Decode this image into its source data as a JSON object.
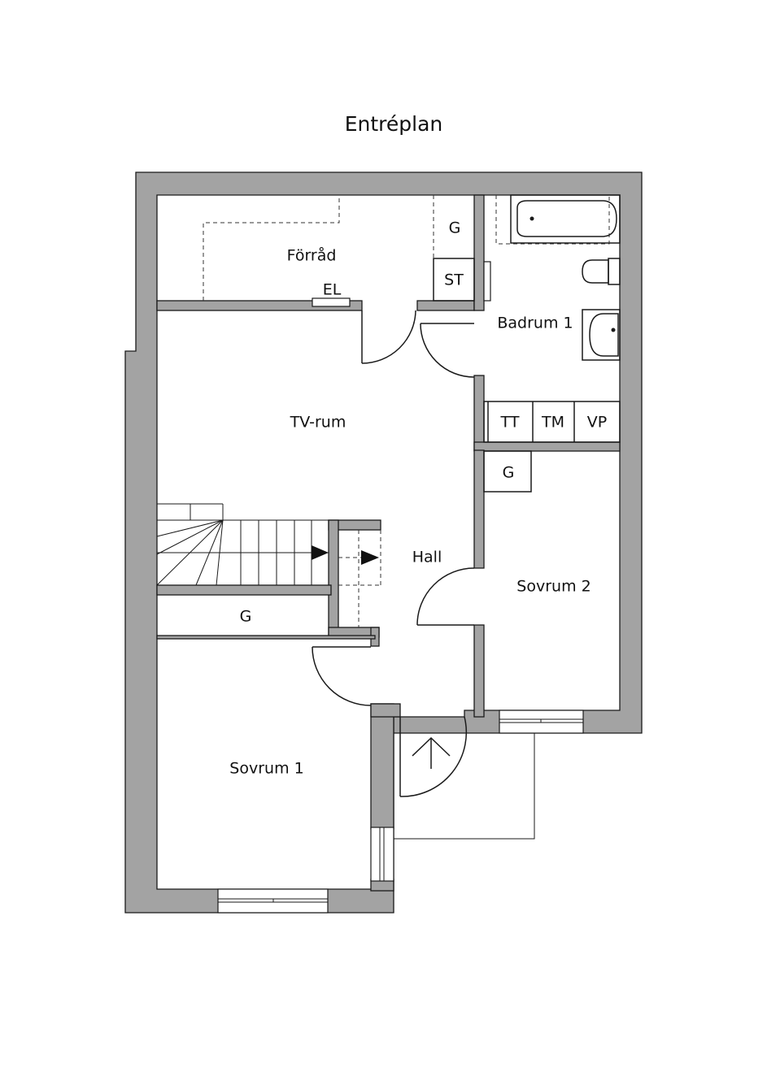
{
  "title": "Entréplan",
  "colors": {
    "wall": "#a3a3a3",
    "line": "#1a1a1a",
    "background": "#ffffff"
  },
  "rooms": {
    "forrad": "Förråd",
    "el": "EL",
    "g_top": "G",
    "st": "ST",
    "badrum": "Badrum 1",
    "tv_rum": "TV-rum",
    "tt": "TT",
    "tm": "TM",
    "vp": "VP",
    "g_right": "G",
    "hall": "Hall",
    "sovrum2": "Sovrum 2",
    "g_left": "G",
    "sovrum1": "Sovrum 1"
  }
}
